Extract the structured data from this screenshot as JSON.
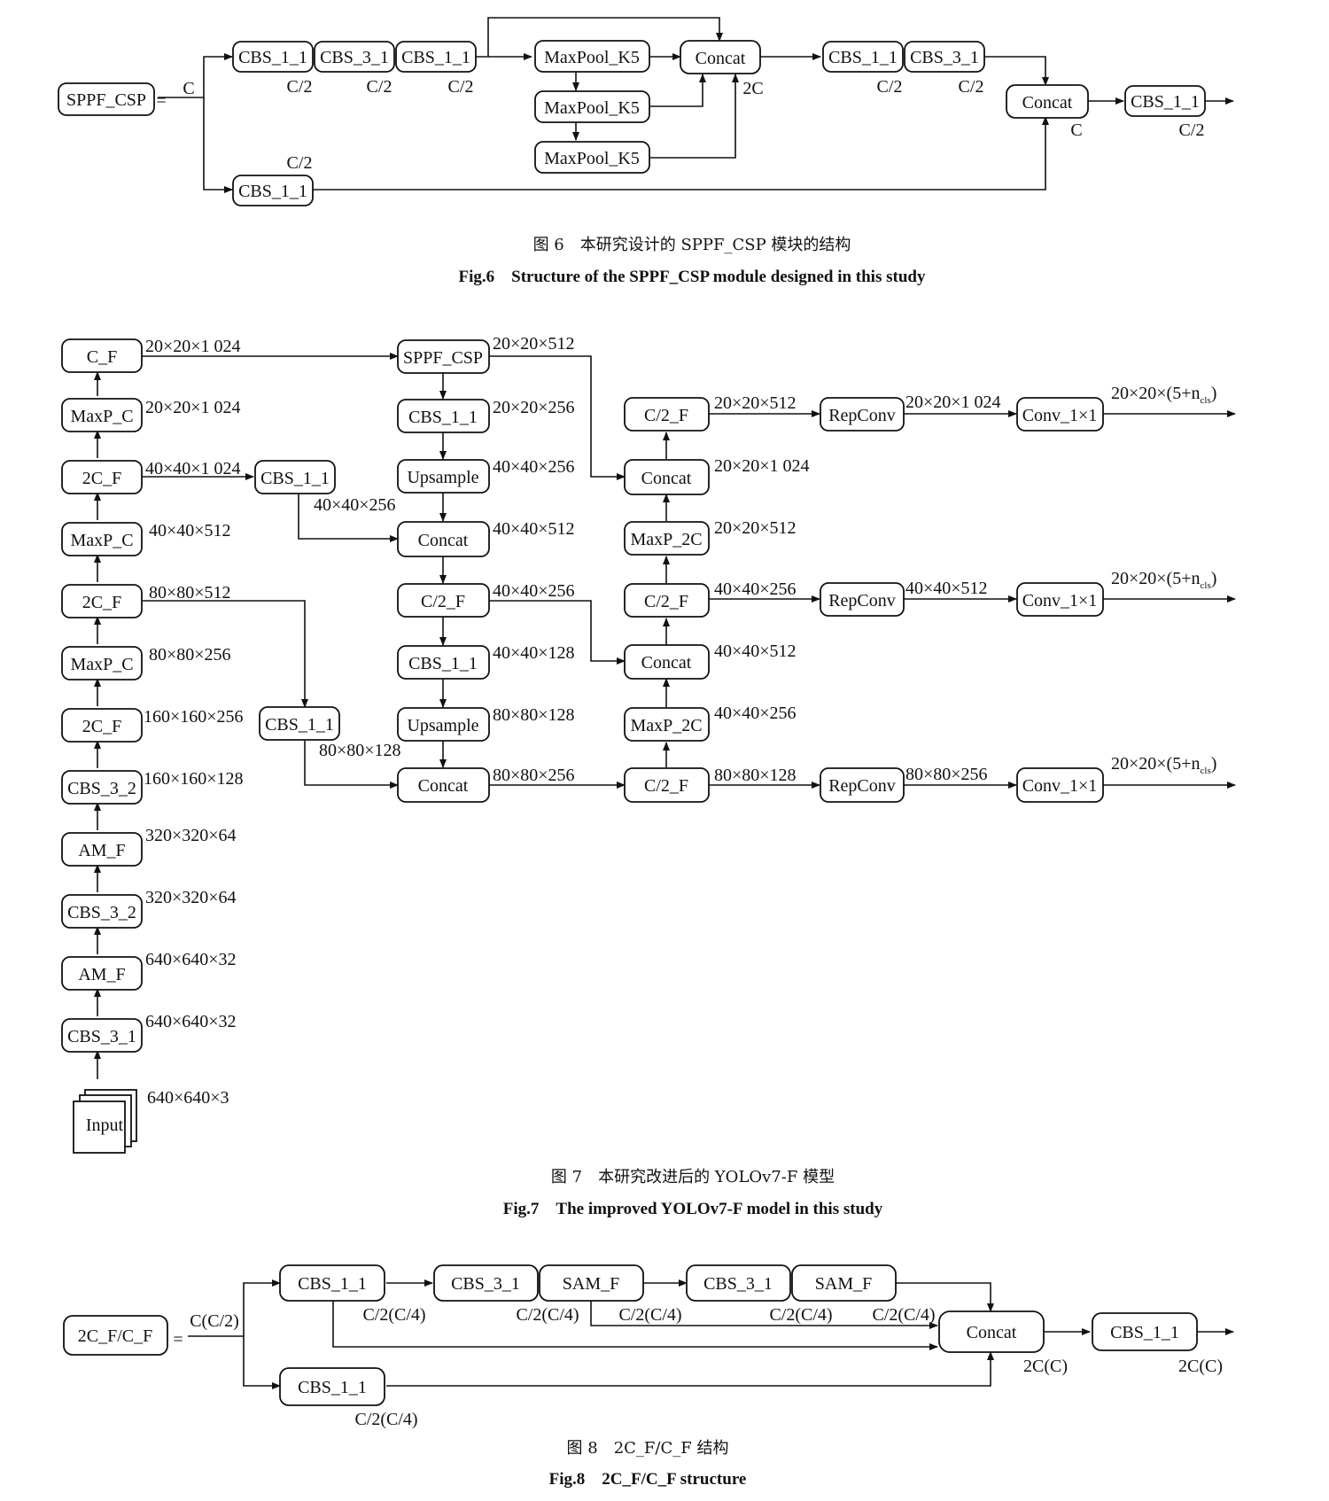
{
  "fig6": {
    "sppf_csp": "SPPF_CSP",
    "eq": "=",
    "cbs_1_1": "CBS_1_1",
    "cbs_3_1": "CBS_3_1",
    "maxpool_k5": "MaxPool_K5",
    "concat": "Concat",
    "C": "C",
    "C2": "C/2",
    "twoC": "2C",
    "caption_cn": "图 6　本研究设计的 SPPF_CSP 模块的结构",
    "caption_en": "Fig.6　Structure of the SPPF_CSP module designed in this study"
  },
  "fig7": {
    "backbone": {
      "input": "Input",
      "input_dim": "640×640×3",
      "items": [
        {
          "label": "C_F",
          "dim": "20×20×1 024"
        },
        {
          "label": "MaxP_C",
          "dim": "20×20×1 024"
        },
        {
          "label": "2C_F",
          "dim": "40×40×1 024"
        },
        {
          "label": "MaxP_C",
          "dim": "40×40×512"
        },
        {
          "label": "2C_F",
          "dim": "80×80×512"
        },
        {
          "label": "MaxP_C",
          "dim": "80×80×256"
        },
        {
          "label": "2C_F",
          "dim": "160×160×256"
        },
        {
          "label": "CBS_3_2",
          "dim": "160×160×128"
        },
        {
          "label": "AM_F",
          "dim": "320×320×64"
        },
        {
          "label": "CBS_3_2",
          "dim": "320×320×64"
        },
        {
          "label": "AM_F",
          "dim": "640×640×32"
        },
        {
          "label": "CBS_3_1",
          "dim": "640×640×32"
        }
      ]
    },
    "side": {
      "cbs_a": "CBS_1_1",
      "cbs_a_dim": "40×40×256",
      "cbs_b": "CBS_1_1",
      "cbs_b_dim": "80×80×128"
    },
    "neck": {
      "items": [
        {
          "label": "SPPF_CSP",
          "dim": "20×20×512"
        },
        {
          "label": "CBS_1_1",
          "dim": "20×20×256"
        },
        {
          "label": "Upsample",
          "dim": "40×40×256"
        },
        {
          "label": "Concat",
          "dim": "40×40×512"
        },
        {
          "label": "C/2_F",
          "dim": "40×40×256"
        },
        {
          "label": "CBS_1_1",
          "dim": "40×40×128"
        },
        {
          "label": "Upsample",
          "dim": "80×80×128"
        },
        {
          "label": "Concat",
          "dim": "80×80×256"
        }
      ]
    },
    "pan": {
      "items": [
        {
          "label": "C/2_F",
          "dim": "20×20×512"
        },
        {
          "label": "Concat",
          "dim": "20×20×1 024"
        },
        {
          "label": "MaxP_2C",
          "dim": "20×20×512"
        },
        {
          "label": "C/2_F",
          "dim": "40×40×256"
        },
        {
          "label": "Concat",
          "dim": "40×40×512"
        },
        {
          "label": "MaxP_2C",
          "dim": "40×40×256"
        },
        {
          "label": "C/2_F",
          "dim": "80×80×128"
        }
      ]
    },
    "heads": [
      {
        "rep": "RepConv",
        "rep_dim": "20×20×1 024",
        "conv": "Conv_1×1",
        "out": "20×20×(5+n",
        "sub": "cls",
        "close": ")"
      },
      {
        "rep": "RepConv",
        "rep_dim": "40×40×512",
        "conv": "Conv_1×1",
        "out": "20×20×(5+n",
        "sub": "cls",
        "close": ")"
      },
      {
        "rep": "RepConv",
        "rep_dim": "80×80×256",
        "conv": "Conv_1×1",
        "out": "20×20×(5+n",
        "sub": "cls",
        "close": ")"
      }
    ],
    "caption_cn": "图 7　本研究改进后的 YOLOv7-F 模型",
    "caption_en": "Fig.7　The improved YOLOv7-F model in this study"
  },
  "fig8": {
    "main": "2C_F/C_F",
    "eq": "=",
    "in_ch": "C(C/2)",
    "cbs_1_1": "CBS_1_1",
    "cbs_3_1": "CBS_3_1",
    "sam_f": "SAM_F",
    "concat": "Concat",
    "half": "C/2(C/4)",
    "out": "2C(C)",
    "caption_cn": "图 8　2C_F/C_F 结构",
    "caption_en": "Fig.8　2C_F/C_F structure"
  }
}
